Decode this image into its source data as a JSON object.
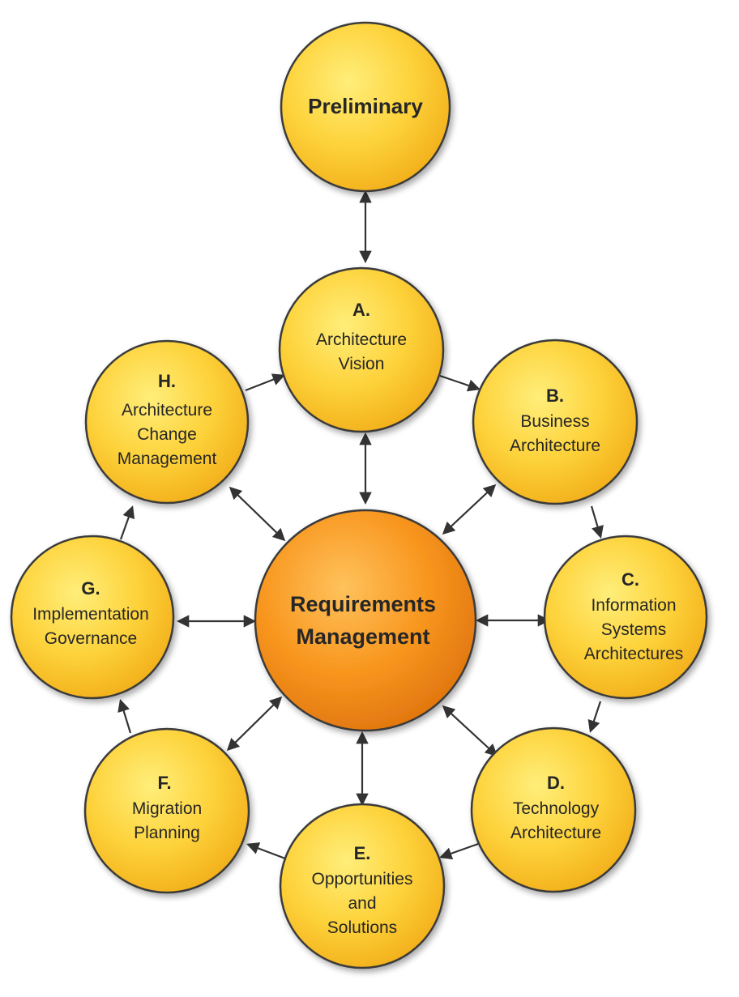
{
  "diagram": {
    "center": {
      "line1": "Requirements",
      "line2": "Management"
    },
    "preliminary": {
      "label": "Preliminary"
    },
    "phases": {
      "a": {
        "letter": "A.",
        "lines": [
          "Architecture",
          "Vision"
        ]
      },
      "b": {
        "letter": "B.",
        "lines": [
          "Business",
          "Architecture"
        ]
      },
      "c": {
        "letter": "C.",
        "lines": [
          "Information",
          "Systems",
          "Architectures"
        ]
      },
      "d": {
        "letter": "D.",
        "lines": [
          "Technology",
          "Architecture"
        ]
      },
      "e": {
        "letter": "E.",
        "lines": [
          "Opportunities",
          "and",
          "Solutions"
        ]
      },
      "f": {
        "letter": "F.",
        "lines": [
          "Migration",
          "Planning"
        ]
      },
      "g": {
        "letter": "G.",
        "lines": [
          "Implementation",
          "Governance"
        ]
      },
      "h": {
        "letter": "H.",
        "lines": [
          "Architecture",
          "Change",
          "Management"
        ]
      }
    },
    "colors": {
      "phase_fill_light": "#FFE65C",
      "phase_fill_dark": "#F5B31E",
      "center_fill_light": "#FFB347",
      "center_fill_dark": "#E97C12",
      "outline": "#3a3a3a",
      "arrow": "#333333"
    }
  }
}
